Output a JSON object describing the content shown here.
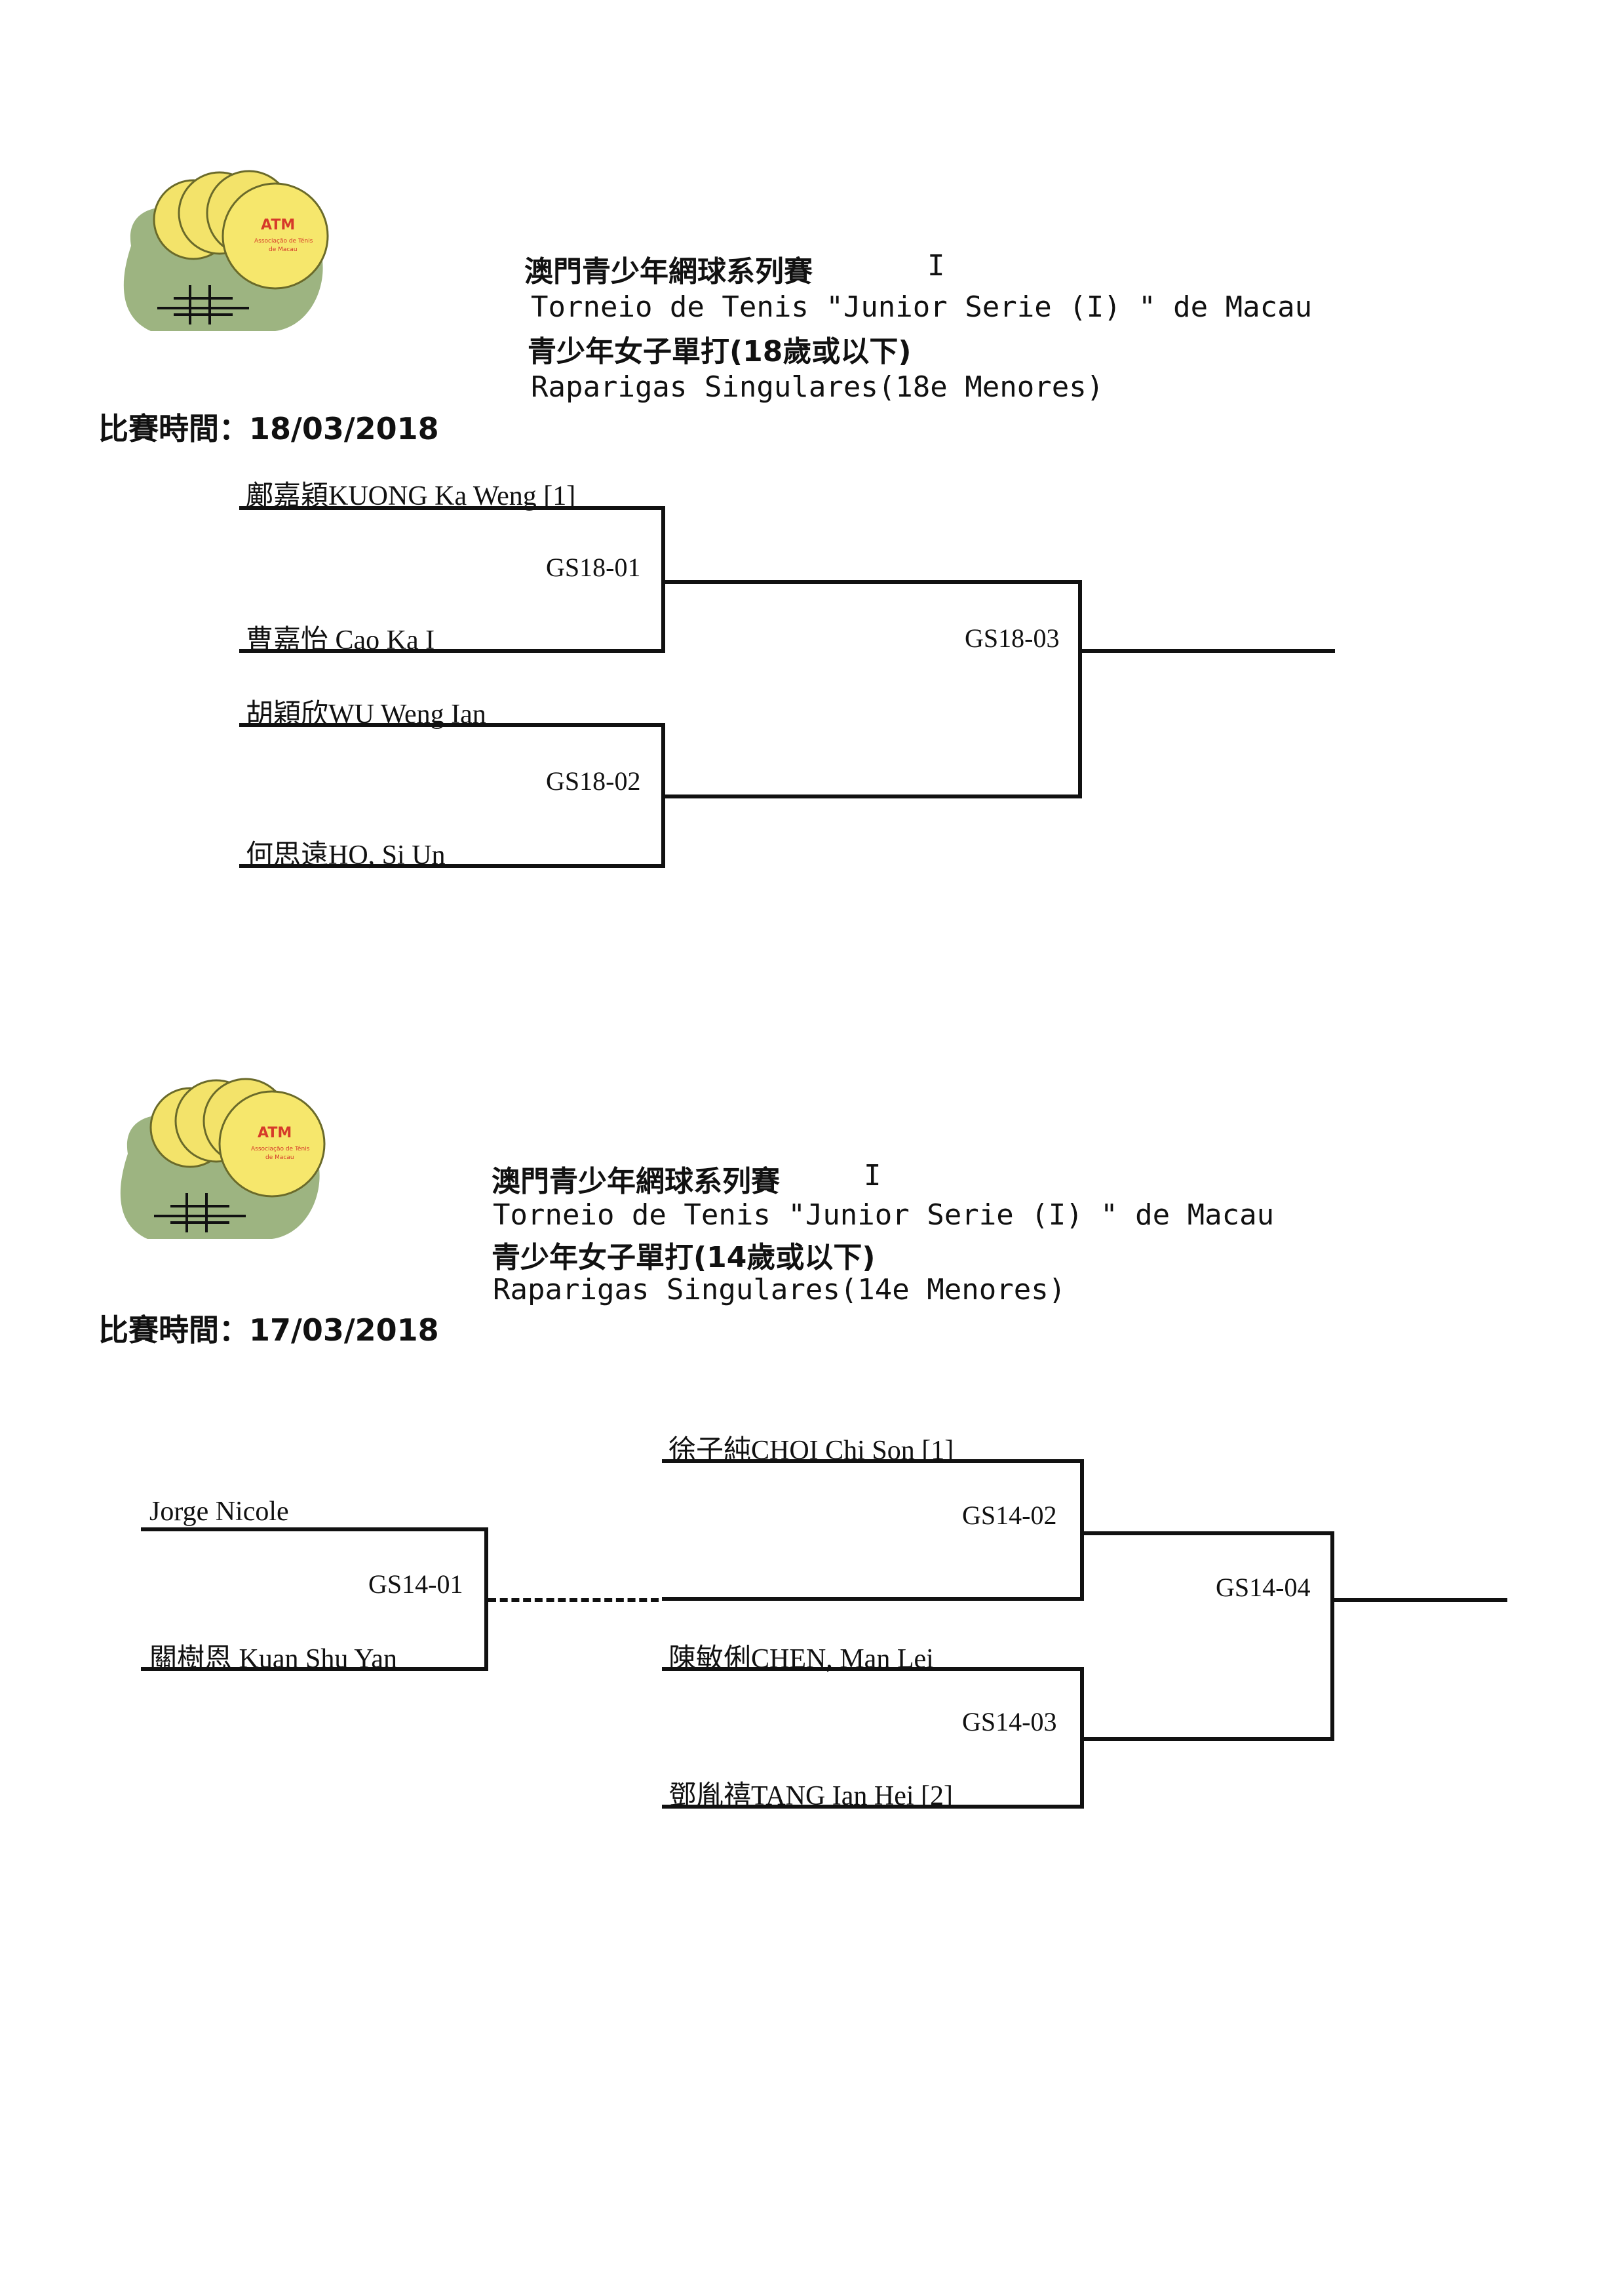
{
  "sections": [
    {
      "title_cn": "澳門青少年網球系列賽",
      "title_roman": "I",
      "title_pt": "Torneio de Tenis \"Junior Serie  (I) \" de Macau",
      "event_cn": "青少年女子單打(18歲或以下)",
      "event_pt": "Raparigas Singulares(18e Menores)",
      "date_label": "比賽時間：18/03/2018",
      "players": [
        "鄺嘉穎KUONG Ka Weng [1]",
        "曹嘉怡 Cao Ka I",
        "胡穎欣WU Weng Ian",
        "何思遠HO, Si Un"
      ],
      "matches": [
        "GS18-01",
        "GS18-02",
        "GS18-03"
      ]
    },
    {
      "title_cn": "澳門青少年網球系列賽",
      "title_roman": "I",
      "title_pt": "Torneio de Tenis \"Junior Serie  (I) \" de Macau",
      "event_cn": "青少年女子單打(14歲或以下)",
      "event_pt": "Raparigas Singulares(14e Menores)",
      "date_label": "比賽時間：17/03/2018",
      "players": [
        "Jorge Nicole",
        "關樹恩 Kuan Shu Yan",
        "徐子純CHOI Chi Son [1]",
        "陳敏俐CHEN, Man Lei",
        "鄧胤禧TANG Ian Hei [2]"
      ],
      "matches": [
        "GS14-01",
        "GS14-02",
        "GS14-03",
        "GS14-04"
      ]
    }
  ],
  "logo": {
    "text": "Associação de Ténis de Macau",
    "mark": "ATM",
    "colors": {
      "ball": "#f3e36a",
      "base": "#9db481",
      "accent": "#d63a2a"
    }
  }
}
